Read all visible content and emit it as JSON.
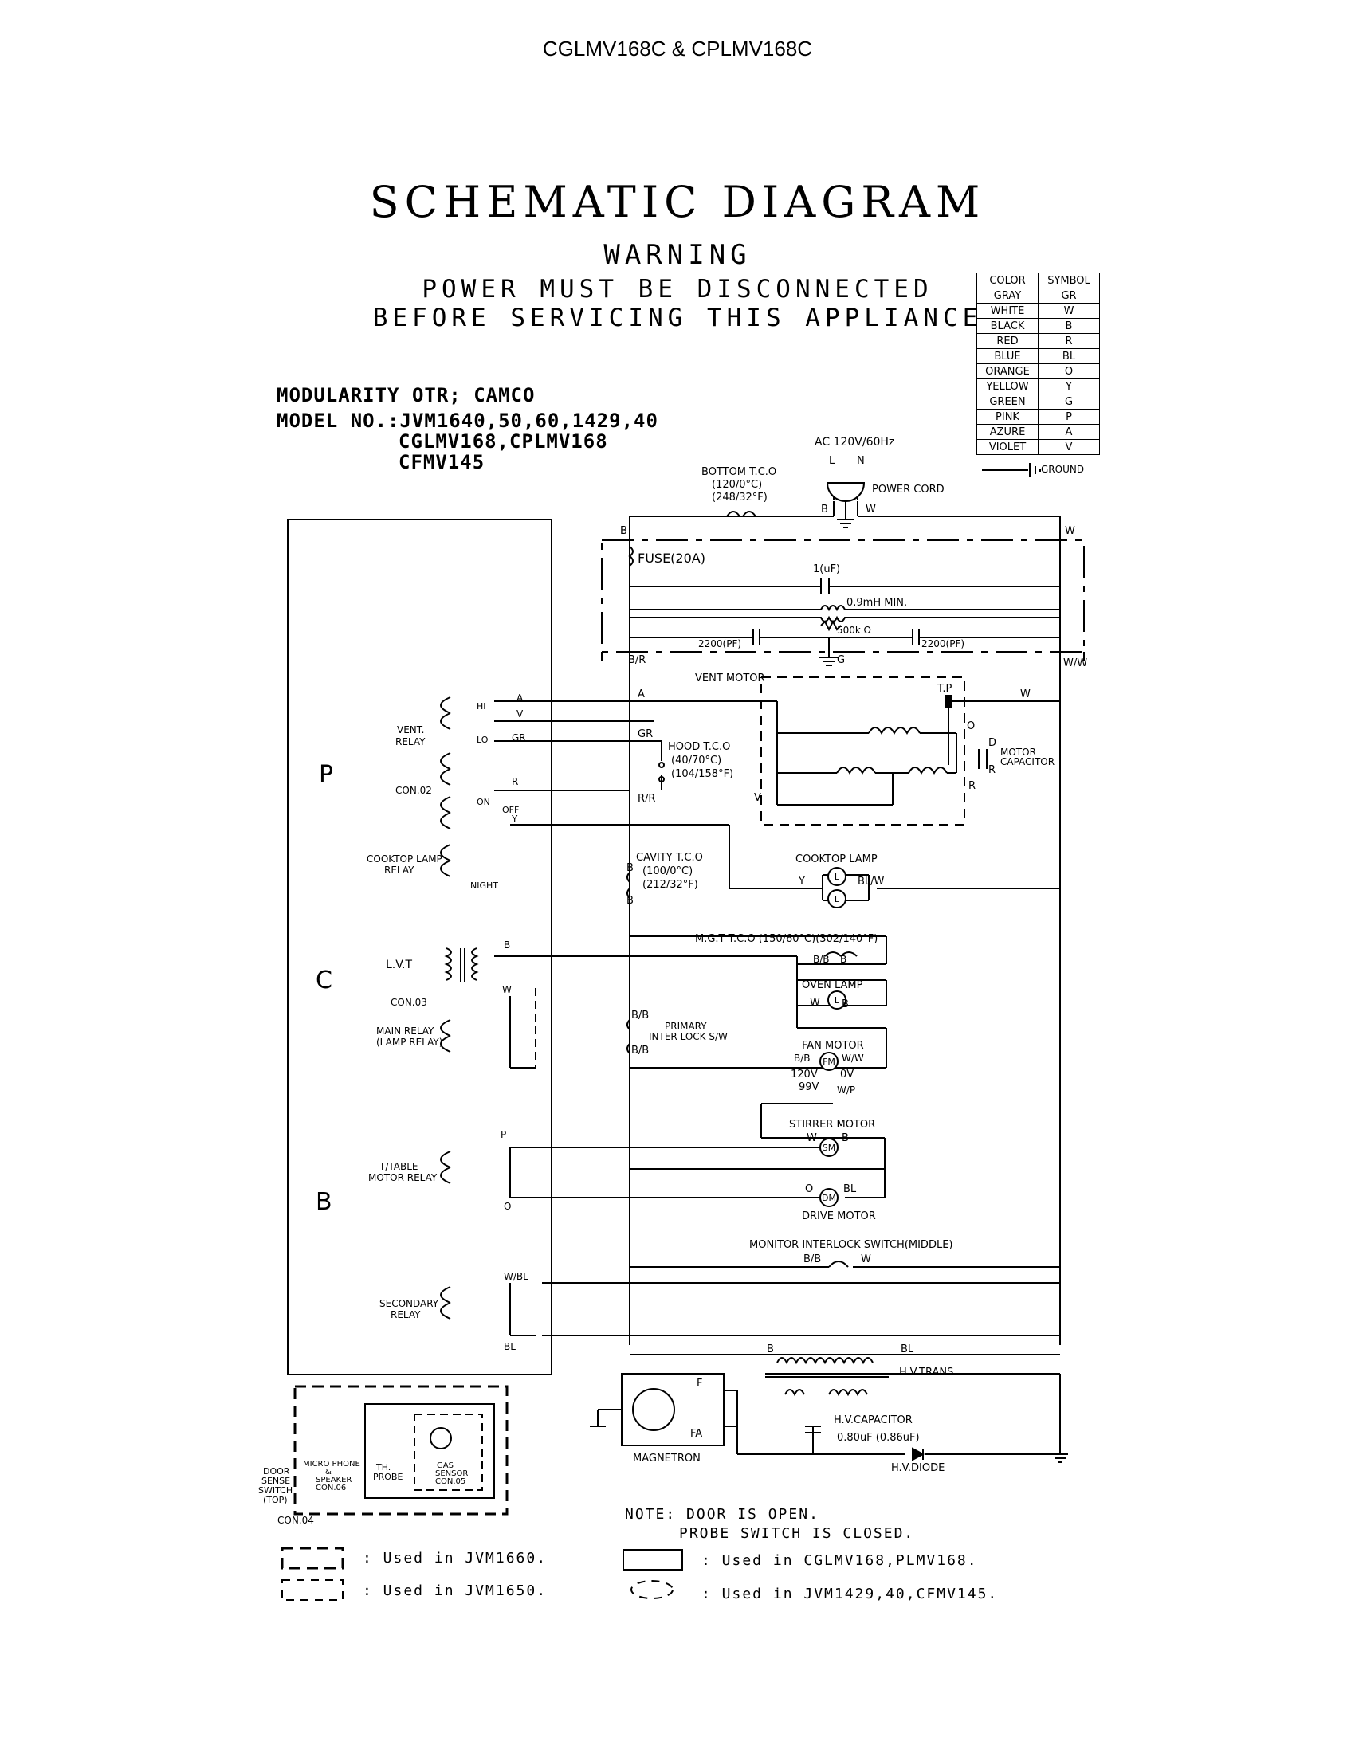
{
  "header": {
    "model_line": "CGLMV168C & CPLMV168C"
  },
  "title": "SCHEMATIC DIAGRAM",
  "warning": {
    "heading": "WARNING",
    "line1": "POWER MUST BE DISCONNECTED",
    "line2": "BEFORE SERVICING THIS APPLIANCE"
  },
  "model_info": {
    "modularity": "MODULARITY OTR; CAMCO",
    "model_no_line1": "MODEL NO.:JVM1640,50,60,1429,40",
    "model_no_line2": "CGLMV168,CPLMV168",
    "model_no_line3": "CFMV145"
  },
  "color_legend": {
    "headers": [
      "COLOR",
      "SYMBOL"
    ],
    "rows": [
      [
        "GRAY",
        "GR"
      ],
      [
        "WHITE",
        "W"
      ],
      [
        "BLACK",
        "B"
      ],
      [
        "RED",
        "R"
      ],
      [
        "BLUE",
        "BL"
      ],
      [
        "ORANGE",
        "O"
      ],
      [
        "YELLOW",
        "Y"
      ],
      [
        "GREEN",
        "G"
      ],
      [
        "PINK",
        "P"
      ],
      [
        "AZURE",
        "A"
      ],
      [
        "VIOLET",
        "V"
      ]
    ],
    "ground_label": "GROUND"
  },
  "board": {
    "section_p": "P",
    "section_c": "C",
    "section_b": "B",
    "vent_relay": [
      "VENT.",
      "RELAY"
    ],
    "con02": "CON.02",
    "hi": "HI",
    "lo": "LO",
    "on": "ON",
    "off": "OFF",
    "cooktop_lamp_relay": [
      "COOKTOP LAMP",
      "RELAY"
    ],
    "night": "NIGHT",
    "lvt": "L.V.T",
    "con03": "CON.03",
    "main_relay": [
      "MAIN RELAY",
      "(LAMP RELAY)"
    ],
    "ttable_relay": [
      "T/TABLE",
      "MOTOR RELAY"
    ],
    "secondary_relay": [
      "SECONDARY",
      "RELAY"
    ]
  },
  "power": {
    "ac": "AC 120V/60Hz",
    "l": "L",
    "n": "N",
    "power_cord": "POWER CORD",
    "bottom_tco": [
      "BOTTOM T.C.O",
      "(120/0°C)",
      "(248/32°F)"
    ],
    "fuse": "FUSE(20A)",
    "cap_1uf": "1(uF)",
    "inductor": "0.9mH MIN.",
    "cap_2200_left": "2200(PF)",
    "resistor": "500k Ω",
    "cap_2200_right": "2200(PF)"
  },
  "wire_labels": {
    "b": "B",
    "w": "W",
    "br": "B/R",
    "ww": "W/W",
    "g": "G",
    "a": "A",
    "v": "V",
    "gr": "GR",
    "r": "R",
    "y": "Y",
    "o": "O",
    "d": "D",
    "rr": "R/R",
    "bb": "B/B",
    "wp": "W/P",
    "p": "P",
    "wbl": "W/BL",
    "bl": "BL",
    "blw": "BL/W"
  },
  "components": {
    "vent_motor": "VENT MOTOR",
    "tp": "T.P",
    "motor_capacitor": [
      "MOTOR",
      "CAPACITOR"
    ],
    "hood_tco": [
      "HOOD T.C.O",
      "(40/70°C)",
      "(104/158°F)"
    ],
    "cavity_tco": [
      "CAVITY T.C.O",
      "(100/0°C)",
      "(212/32°F)"
    ],
    "cooktop_lamp": "COOKTOP LAMP",
    "mgt_tco": "M.G.T T.C.O (150/60°C)(302/140°F)",
    "oven_lamp": "OVEN LAMP",
    "primary_interlock": [
      "PRIMARY",
      "INTER LOCK S/W"
    ],
    "fan_motor": "FAN MOTOR",
    "fan_v1": "120V",
    "fan_v2": "0V",
    "fan_v3": "99V",
    "stirrer_motor": "STIRRER MOTOR",
    "drive_motor": "DRIVE MOTOR",
    "monitor_switch": "MONITOR INTERLOCK SWITCH(MIDDLE)",
    "hv_trans": "H.V.TRANS",
    "hv_capacitor": "H.V.CAPACITOR",
    "cap_values": "0.80uF (0.86uF)",
    "hv_diode": "H.V.DIODE",
    "magnetron": "MAGNETRON",
    "f": "F",
    "fa": "FA",
    "lamp_symbol": "L",
    "fm": "FM",
    "sm": "SM",
    "dm": "DM"
  },
  "connectors": {
    "door_sense": [
      "DOOR",
      "SENSE",
      "SWITCH",
      "(TOP)"
    ],
    "con04": "CON.04",
    "micro_phone": [
      "MICRO PHONE",
      "&",
      "SPEAKER",
      "CON.06"
    ],
    "th_probe": [
      "TH.",
      "PROBE"
    ],
    "gas_sensor": [
      "GAS",
      "SENSOR",
      "CON.05"
    ]
  },
  "notes": {
    "note1": "NOTE: DOOR IS OPEN.",
    "note2": "PROBE SWITCH IS CLOSED.",
    "used_1660": ": Used in JVM1660.",
    "used_1650": ": Used in JVM1650.",
    "used_cglmv": ": Used in CGLMV168,PLMV168.",
    "used_jvm1429": ": Used in JVM1429,40,CFMV145."
  }
}
